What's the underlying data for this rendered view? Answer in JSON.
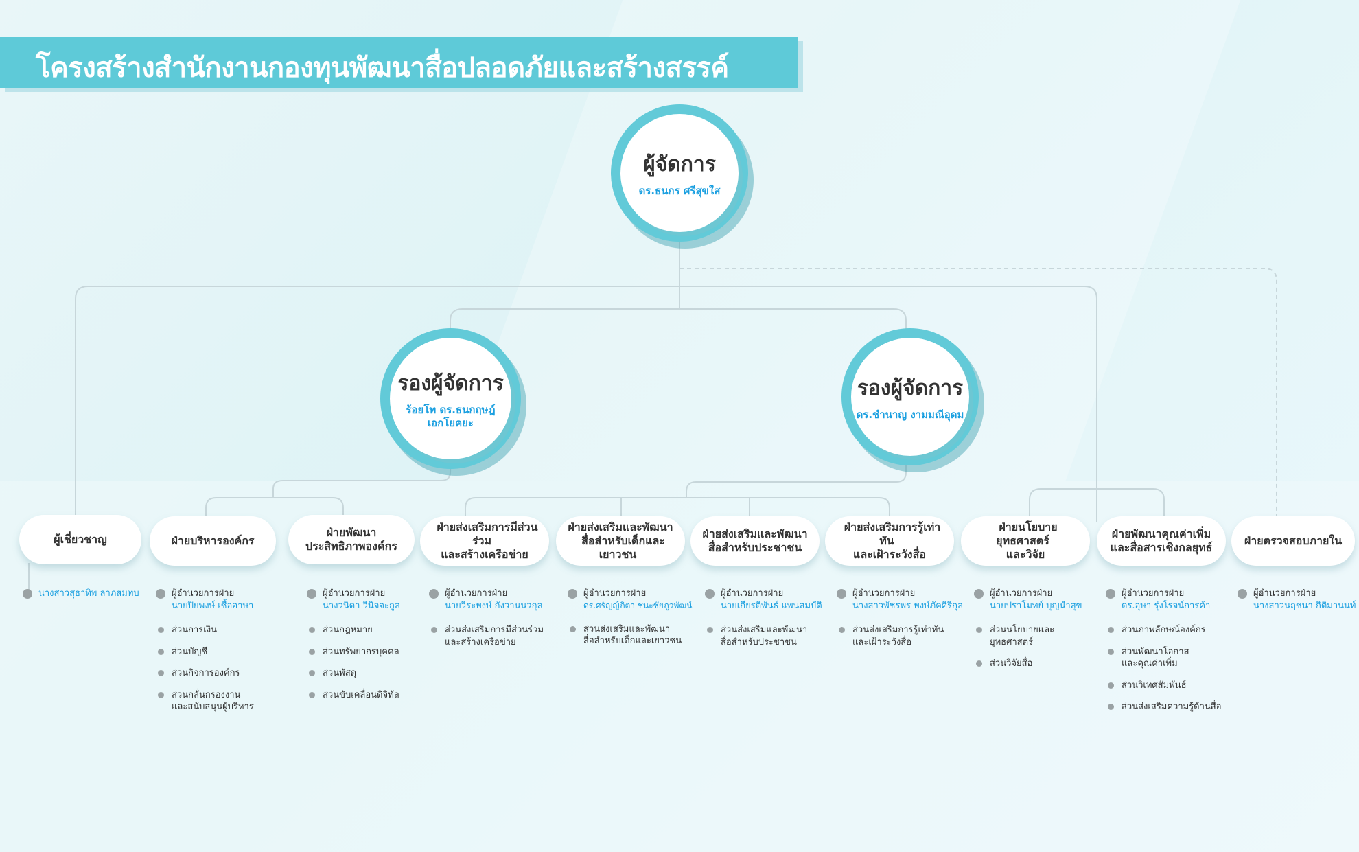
{
  "title": "โครงสร้างสำนักงานกองทุนพัฒนาสื่อปลอดภัยและสร้างสรรค์",
  "colors": {
    "accent": "#5ecad8",
    "name_blue": "#1a9fe0",
    "dot_gray": "#9aa2a4"
  },
  "manager": {
    "title": "ผู้จัดการ",
    "name": "ดร.ธนกร ศรีสุขใส"
  },
  "deputies": [
    {
      "title": "รองผู้จัดการ",
      "name_line1": "ร้อยโท ดร.ธนกฤษฎ์",
      "name_line2": "เอกโยคยะ"
    },
    {
      "title": "รองผู้จัดการ",
      "name_line1": "ดร.ชำนาญ งามมณีอุดม",
      "name_line2": ""
    }
  ],
  "departments": [
    {
      "name_line1": "ผู้เชี่ยวชาญ",
      "name_line2": "",
      "head_title": "",
      "head_name": "นางสาวสุธาทิพ ลาภสมทบ",
      "subunits": []
    },
    {
      "name_line1": "ฝ่ายบริหารองค์กร",
      "name_line2": "",
      "head_title": "ผู้อำนวยการฝ่าย",
      "head_name": "นายปิยพงษ์ เชื้ออาษา",
      "subunits": [
        [
          "ส่วนการเงิน"
        ],
        [
          "ส่วนบัญชี"
        ],
        [
          "ส่วนกิจการองค์กร"
        ],
        [
          "ส่วนกลั่นกรองงาน",
          "และสนับสนุนผู้บริหาร"
        ]
      ]
    },
    {
      "name_line1": "ฝ่ายพัฒนา",
      "name_line2": "ประสิทธิภาพองค์กร",
      "head_title": "ผู้อำนวยการฝ่าย",
      "head_name": "นางวนิดา วินิจจะกูล",
      "subunits": [
        [
          "ส่วนกฎหมาย"
        ],
        [
          "ส่วนทรัพยากรบุคคล"
        ],
        [
          "ส่วนพัสดุ"
        ],
        [
          "ส่วนขับเคลื่อนดิจิทัล"
        ]
      ]
    },
    {
      "name_line1": "ฝ่ายส่งเสริมการมีส่วนร่วม",
      "name_line2": "และสร้างเครือข่าย",
      "head_title": "ผู้อำนวยการฝ่าย",
      "head_name": "นายวีระพงษ์ กังวานนวกุล",
      "subunits": [
        [
          "ส่วนส่งเสริมการมีส่วนร่วม",
          "และสร้างเครือข่าย"
        ]
      ]
    },
    {
      "name_line1": "ฝ่ายส่งเสริมและพัฒนา",
      "name_line2": "สื่อสำหรับเด็กและเยาวชน",
      "head_title": "ผู้อำนวยการฝ่าย",
      "head_name": "ดร.ศรัญญ์ภิตา ชนะชัยภูวพัฒน์",
      "subunits": [
        [
          "ส่วนส่งเสริมและพัฒนา",
          "สื่อสำหรับเด็กและเยาวชน"
        ]
      ]
    },
    {
      "name_line1": "ฝ่ายส่งเสริมและพัฒนา",
      "name_line2": "สื่อสำหรับประชาชน",
      "head_title": "ผู้อำนวยการฝ่าย",
      "head_name": "นายเกียรติพันธ์ แพนสมบัติ",
      "subunits": [
        [
          "ส่วนส่งเสริมและพัฒนา",
          "สื่อสำหรับประชาชน"
        ]
      ]
    },
    {
      "name_line1": "ฝ่ายส่งเสริมการรู้เท่าทัน",
      "name_line2": "และเฝ้าระวังสื่อ",
      "head_title": "ผู้อำนวยการฝ่าย",
      "head_name": "นางสาวพัชรพร พงษ์ภัคศิริกุล",
      "subunits": [
        [
          "ส่วนส่งเสริมการรู้เท่าทัน",
          "และเฝ้าระวังสื่อ"
        ]
      ]
    },
    {
      "name_line1": "ฝ่ายนโยบาย ยุทธศาสตร์",
      "name_line2": "และวิจัย",
      "head_title": "ผู้อำนวยการฝ่าย",
      "head_name": "นายปราโมทย์ บุญนำสุข",
      "subunits": [
        [
          "ส่วนนโยบายและ",
          "ยุทธศาสตร์"
        ],
        [
          "ส่วนวิจัยสื่อ"
        ]
      ]
    },
    {
      "name_line1": "ฝ่ายพัฒนาคุณค่าเพิ่ม",
      "name_line2": "และสื่อสารเชิงกลยุทธ์",
      "head_title": "ผู้อำนวยการฝ่าย",
      "head_name": "ดร.อุษา รุ่งโรจน์การค้า",
      "subunits": [
        [
          "ส่วนภาพลักษณ์องค์กร"
        ],
        [
          "ส่วนพัฒนาโอกาส",
          "และคุณค่าเพิ่ม"
        ],
        [
          "ส่วนวิเทศสัมพันธ์"
        ],
        [
          "ส่วนส่งเสริมความรู้ด้านสื่อ"
        ]
      ]
    },
    {
      "name_line1": "ฝ่ายตรวจสอบภายใน",
      "name_line2": "",
      "head_title": "ผู้อำนวยการฝ่าย",
      "head_name": "นางสาวนฤชนา กิติมานนท์",
      "subunits": []
    }
  ]
}
